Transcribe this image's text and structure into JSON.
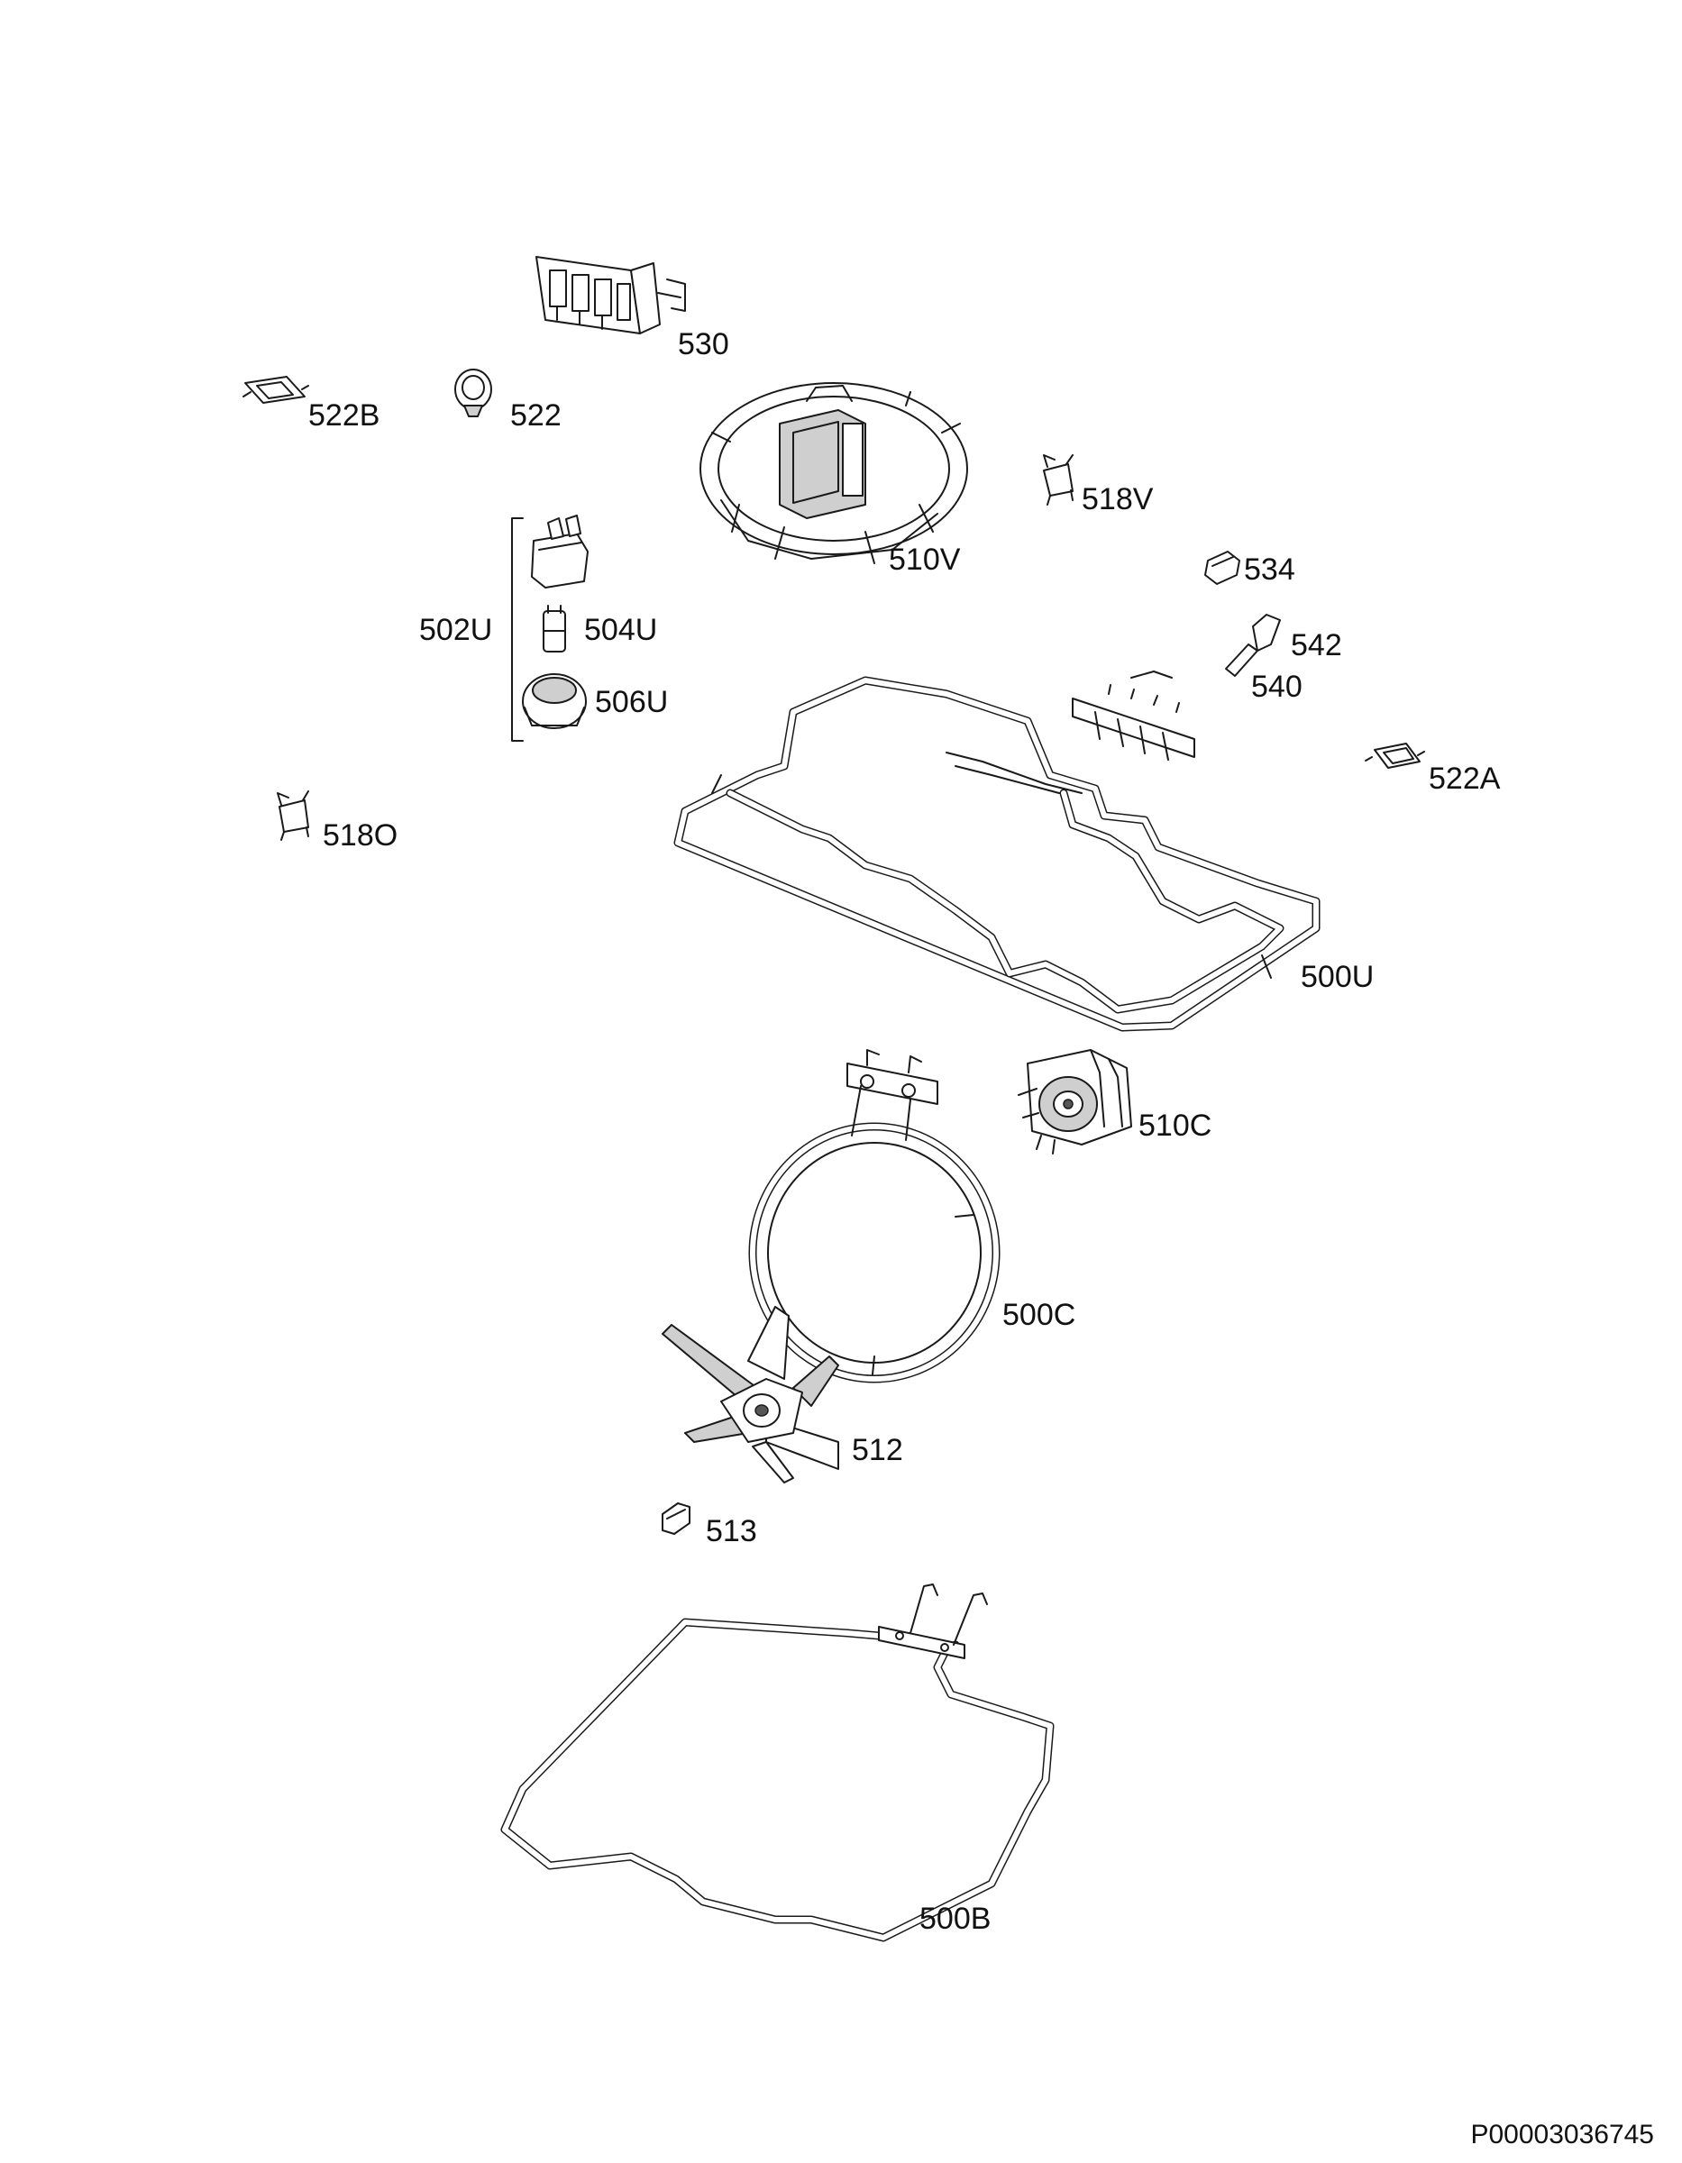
{
  "doc_id": "P00003036745",
  "labels": {
    "p530": "530",
    "p522B": "522B",
    "p522": "522",
    "p510V": "510V",
    "p518V": "518V",
    "p534": "534",
    "p542": "542",
    "p540": "540",
    "p502U": "502U",
    "p504U": "504U",
    "p506U": "506U",
    "p522A": "522A",
    "p518O": "518O",
    "p500U": "500U",
    "p510C": "510C",
    "p500C": "500C",
    "p512": "512",
    "p513": "513",
    "p500B": "500B"
  }
}
